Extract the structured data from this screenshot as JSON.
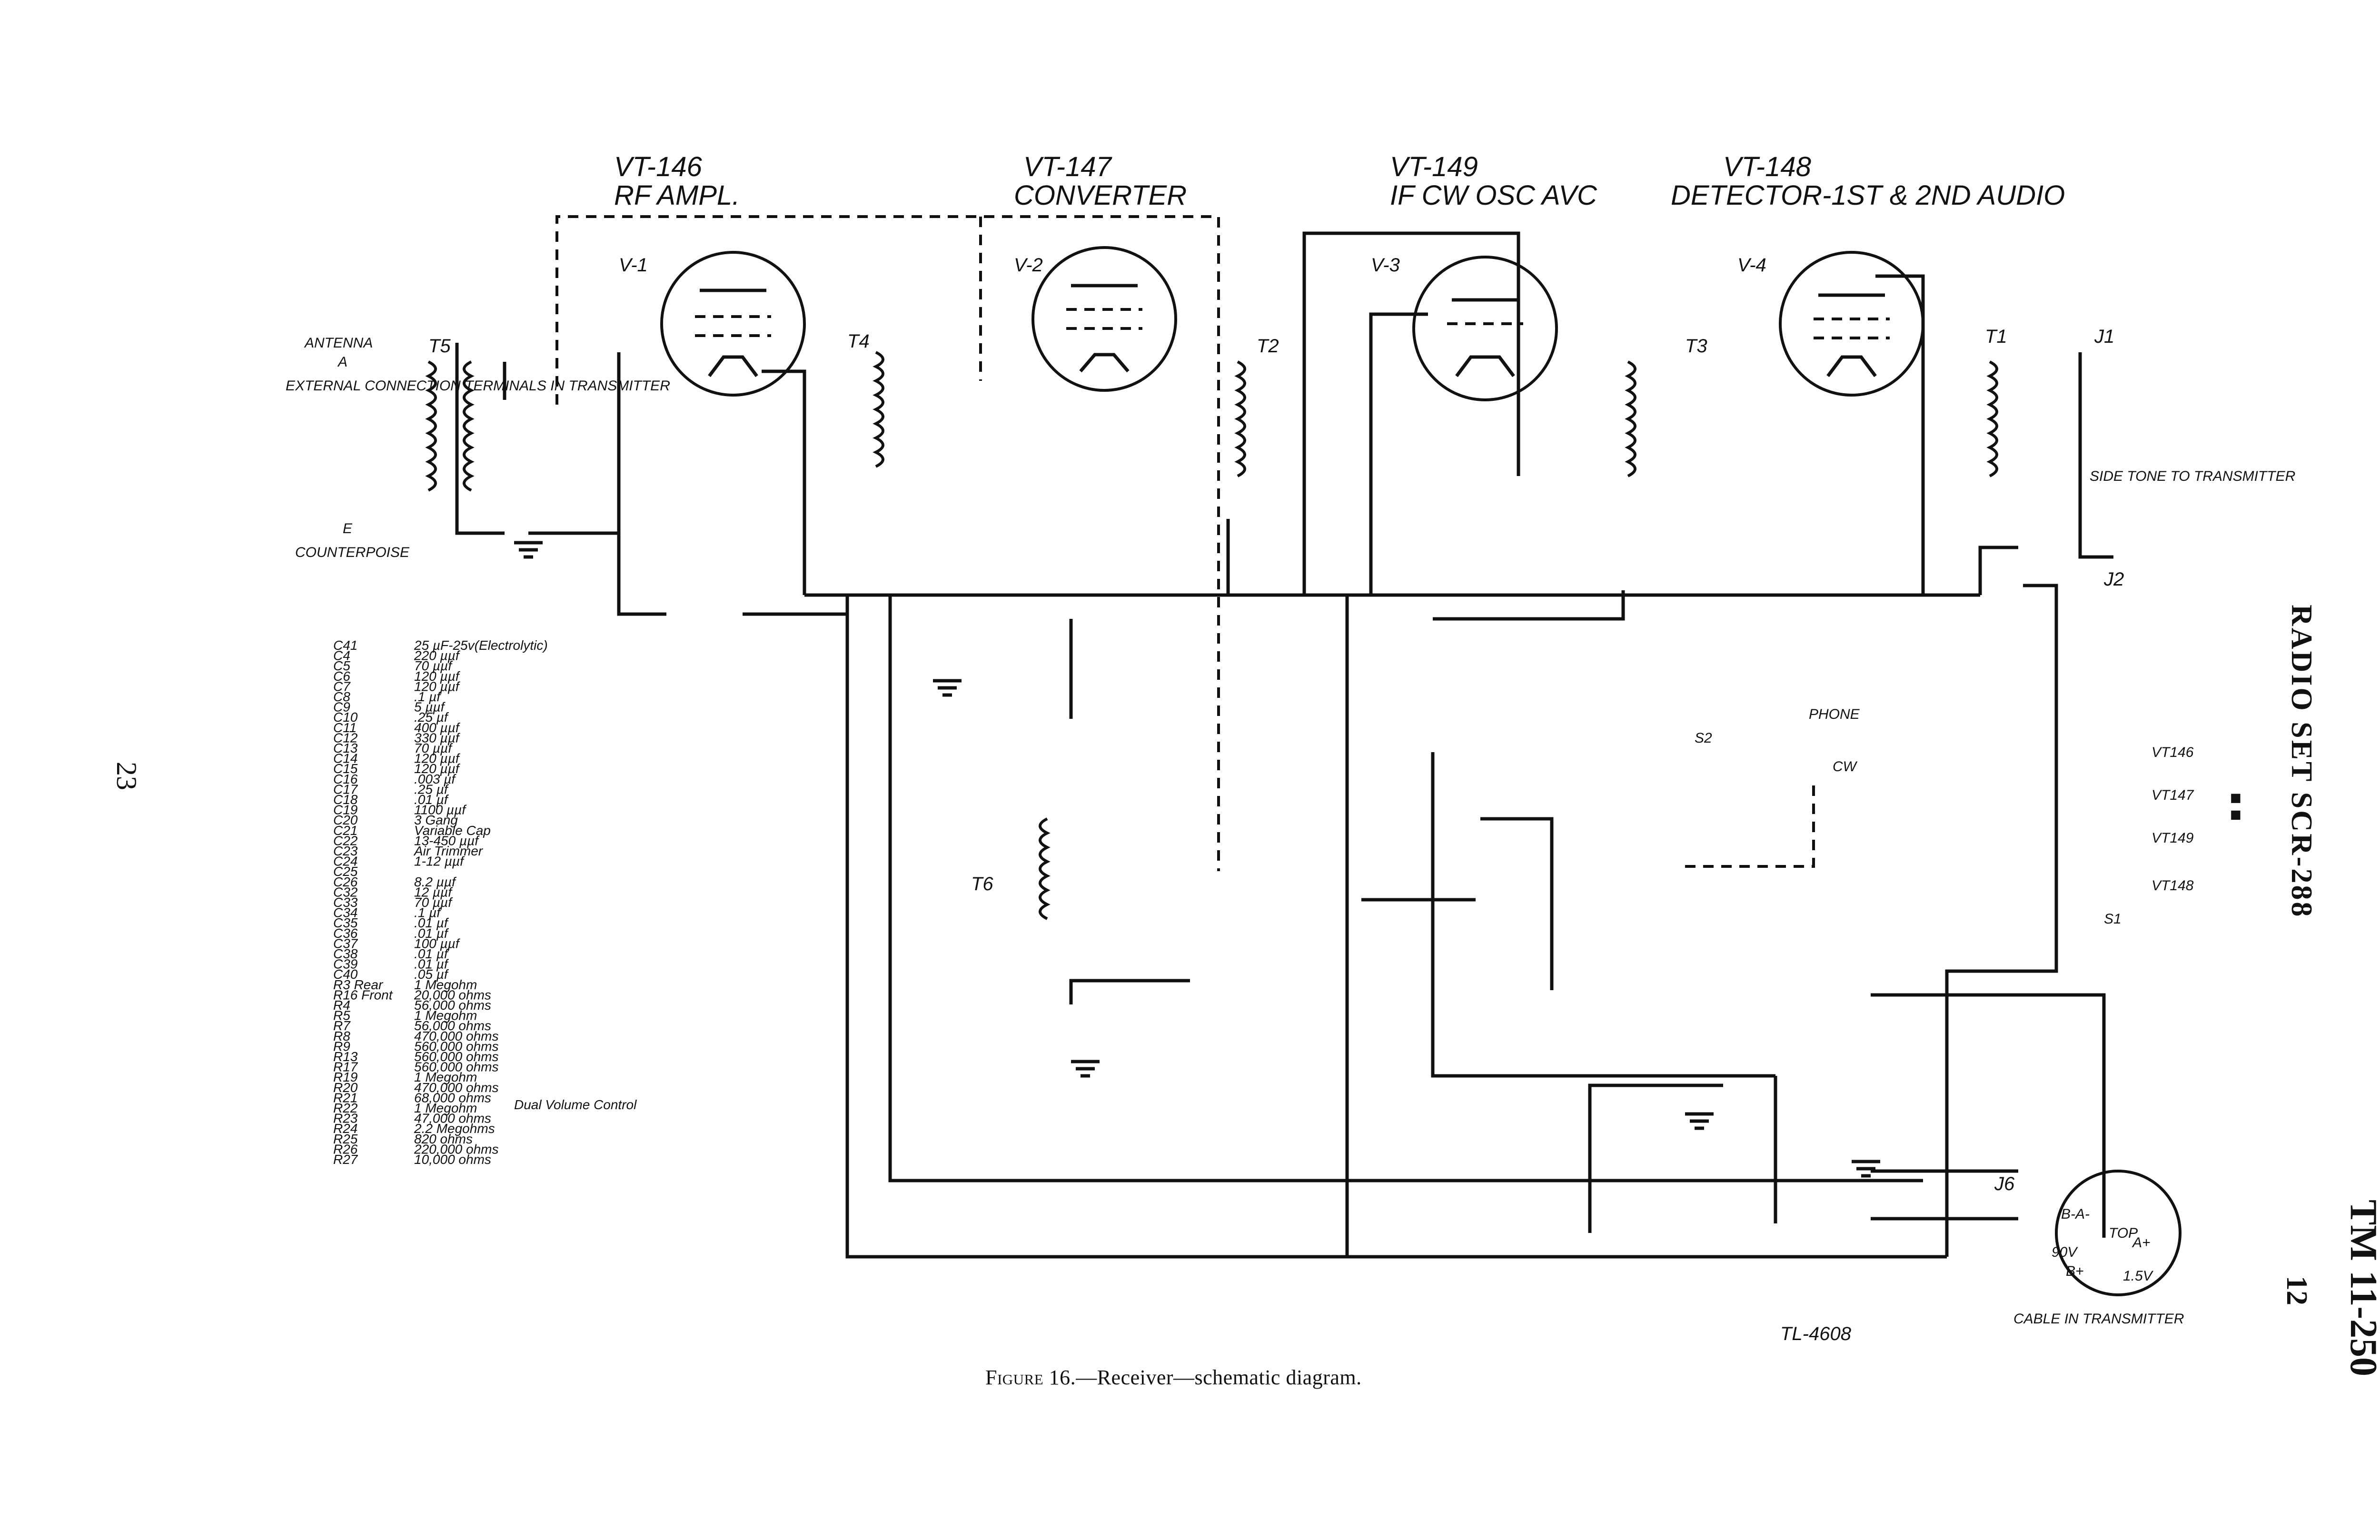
{
  "diagram": {
    "tubes": [
      {
        "id": "V-1",
        "type": "VT-146",
        "function": "RF AMPL."
      },
      {
        "id": "V-2",
        "type": "VT-147",
        "function": "CONVERTER"
      },
      {
        "id": "V-3",
        "type": "VT-149",
        "function": "IF CW OSC AVC"
      },
      {
        "id": "V-4",
        "type": "VT-148",
        "function": "DETECTOR-1ST & 2ND AUDIO"
      }
    ],
    "antenna": {
      "label": "ANTENNA",
      "terminal": "A",
      "note": "EXTERNAL CONNECTION TERMINALS IN TRANSMITTER",
      "counterpoise_terminal": "E",
      "counterpoise": "COUNTERPOISE"
    },
    "transformers": [
      "T5",
      "T4",
      "T2",
      "T3",
      "T1",
      "T6"
    ],
    "jacks": [
      "J1",
      "J2",
      "J6"
    ],
    "side_tone": "SIDE TONE TO TRANSMITTER",
    "phone_label": "PHONE",
    "cw_label": "CW",
    "cable_note": "CABLE IN TRANSMITTER",
    "battery_terminals": [
      "A-",
      "B-",
      "TOP",
      "A+",
      "90V",
      "B+",
      "1.5V"
    ],
    "filament_labels": [
      "VT146",
      "VT147",
      "VT149",
      "VT148",
      "S1"
    ],
    "switch_label": "S2",
    "drawing_number": "TL-4608"
  },
  "legend": [
    {
      "ref": "C41",
      "value": "25 µF-25v(Electrolytic)"
    },
    {
      "ref": "C4",
      "value": "220 µµf"
    },
    {
      "ref": "C5",
      "value": "70 µµf"
    },
    {
      "ref": "C6",
      "value": "120 µµf"
    },
    {
      "ref": "C7",
      "value": "120 µµf"
    },
    {
      "ref": "C8",
      "value": ".1 µf"
    },
    {
      "ref": "C9",
      "value": "5 µµf"
    },
    {
      "ref": "C10",
      "value": ".25 µf"
    },
    {
      "ref": "C11",
      "value": "400 µµf"
    },
    {
      "ref": "C12",
      "value": "330 µµf"
    },
    {
      "ref": "C13",
      "value": "70 µµf"
    },
    {
      "ref": "C14",
      "value": "120 µµf"
    },
    {
      "ref": "C15",
      "value": "120 µµf"
    },
    {
      "ref": "C16",
      "value": ".003 µf"
    },
    {
      "ref": "C17",
      "value": ".25 µf"
    },
    {
      "ref": "C18",
      "value": ".01 µf"
    },
    {
      "ref": "C19",
      "value": "1100 µµf"
    },
    {
      "ref": "C20",
      "value": "3 Gang"
    },
    {
      "ref": "C21",
      "value": "Variable Cap"
    },
    {
      "ref": "C22",
      "value": "13-450 µµf"
    },
    {
      "ref": "C23",
      "value": "Air Trimmer"
    },
    {
      "ref": "C24",
      "value": "1-12 µµf"
    },
    {
      "ref": "C25",
      "value": ""
    },
    {
      "ref": "C26",
      "value": "8.2 µµf"
    },
    {
      "ref": "C32",
      "value": "12 µµf"
    },
    {
      "ref": "C33",
      "value": "70 µµf"
    },
    {
      "ref": "C34",
      "value": ".1 µf"
    },
    {
      "ref": "C35",
      "value": ".01 µf"
    },
    {
      "ref": "C36",
      "value": ".01 µf"
    },
    {
      "ref": "C37",
      "value": "100 µµf"
    },
    {
      "ref": "C38",
      "value": ".01 µf"
    },
    {
      "ref": "C39",
      "value": ".01 µf"
    },
    {
      "ref": "C40",
      "value": ".05 µf"
    },
    {
      "ref": "R3 Rear",
      "value": "1 Megohm"
    },
    {
      "ref": "R16 Front",
      "value": "20,000 ohms"
    },
    {
      "ref": "R4",
      "value": "56,000 ohms"
    },
    {
      "ref": "R5",
      "value": "1 Megohm"
    },
    {
      "ref": "R7",
      "value": "56,000 ohms"
    },
    {
      "ref": "R8",
      "value": "470,000 ohms"
    },
    {
      "ref": "R9",
      "value": "560,000 ohms"
    },
    {
      "ref": "R13",
      "value": "560,000 ohms"
    },
    {
      "ref": "R17",
      "value": "560,000 ohms"
    },
    {
      "ref": "R19",
      "value": "1 Megohm"
    },
    {
      "ref": "R20",
      "value": "470,000 ohms"
    },
    {
      "ref": "R21",
      "value": "68,000 ohms"
    },
    {
      "ref": "R22",
      "value": "1 Megohm"
    },
    {
      "ref": "R23",
      "value": "47,000 ohms"
    },
    {
      "ref": "R24",
      "value": "2.2 Megohms"
    },
    {
      "ref": "R25",
      "value": "820 ohms"
    },
    {
      "ref": "R26",
      "value": "220,000 ohms"
    },
    {
      "ref": "R27",
      "value": "10,000 ohms"
    }
  ],
  "legend_note": "Dual Volume Control",
  "caption": {
    "figure": "Figure 16.",
    "text": "—Receiver—schematic diagram."
  },
  "side": {
    "title": "RADIO SET SCR-288",
    "tm": "TM 11-250",
    "section": "12"
  },
  "page_number": "23"
}
